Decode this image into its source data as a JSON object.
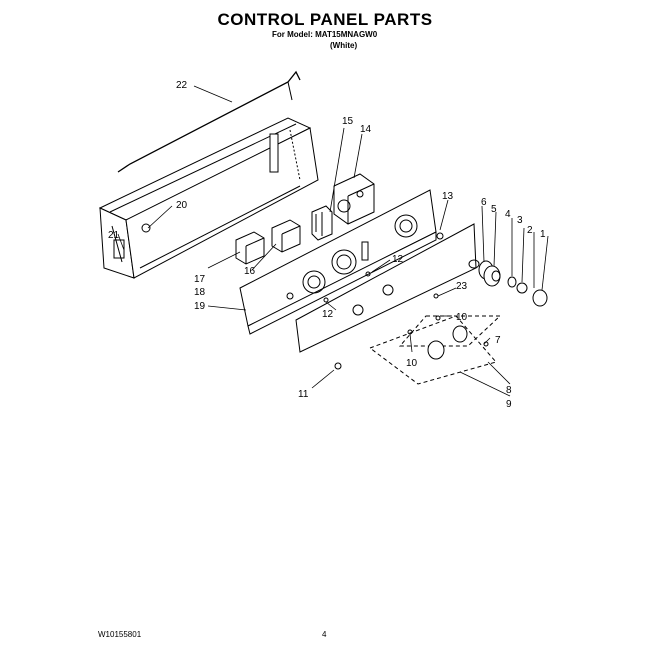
{
  "header": {
    "title": "CONTROL PANEL PARTS",
    "model_line": "For Model: MAT15MNAGW0",
    "color_line": "(White)"
  },
  "callouts": [
    "1",
    "2",
    "3",
    "4",
    "5",
    "6",
    "7",
    "8",
    "9",
    "10",
    "10",
    "11",
    "12",
    "12",
    "13",
    "14",
    "15",
    "16",
    "17",
    "18",
    "19",
    "20",
    "21",
    "22",
    "23"
  ],
  "footer": {
    "doc_number": "W10155801",
    "page_number": "4"
  }
}
